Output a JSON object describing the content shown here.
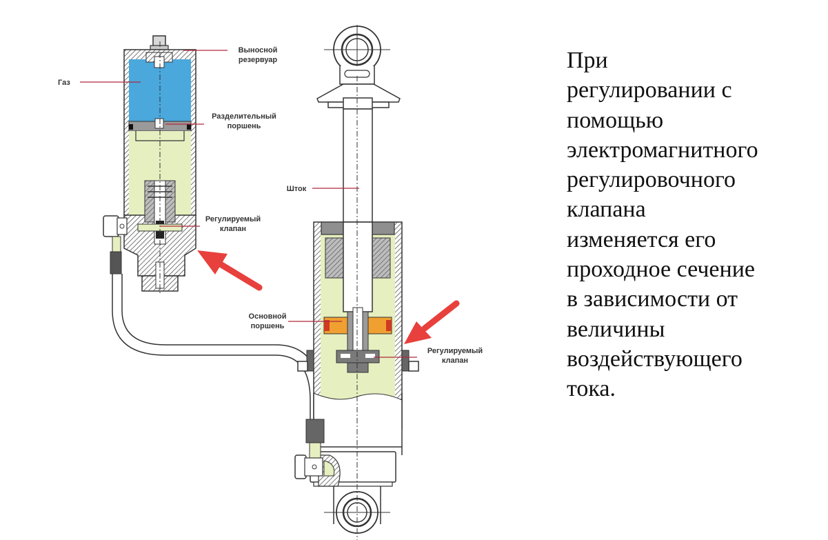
{
  "diagram": {
    "title": "Shock absorber with remote reservoir and adjustable valves",
    "labels": {
      "remote_reservoir_line1": "Выносной",
      "remote_reservoir_line2": "резервуар",
      "gas": "Газ",
      "separating_piston_line1": "Разделительный",
      "separating_piston_line2": "поршень",
      "rod": "Шток",
      "adjustable_valve_top_line1": "Регулируемый",
      "adjustable_valve_top_line2": "клапан",
      "main_piston_line1": "Основной",
      "main_piston_line2": "поршень",
      "adjustable_valve_bottom_line1": "Регулируемый",
      "adjustable_valve_bottom_line2": "клапан"
    },
    "colors": {
      "gas": "#4aa8dc",
      "oil": "#e6efc0",
      "piston": "#f0a030",
      "arrow": "#e8403c",
      "leader": "#b0283c",
      "outline": "#2a2a2a"
    }
  },
  "description": {
    "lines": [
      "При",
      "регулировании с",
      "помощью",
      "электромагнитного",
      "регулировочного",
      "клапана",
      "изменяется его",
      "проходное сечение",
      "в зависимости от",
      "величины",
      "воздействующего",
      "тока."
    ]
  }
}
